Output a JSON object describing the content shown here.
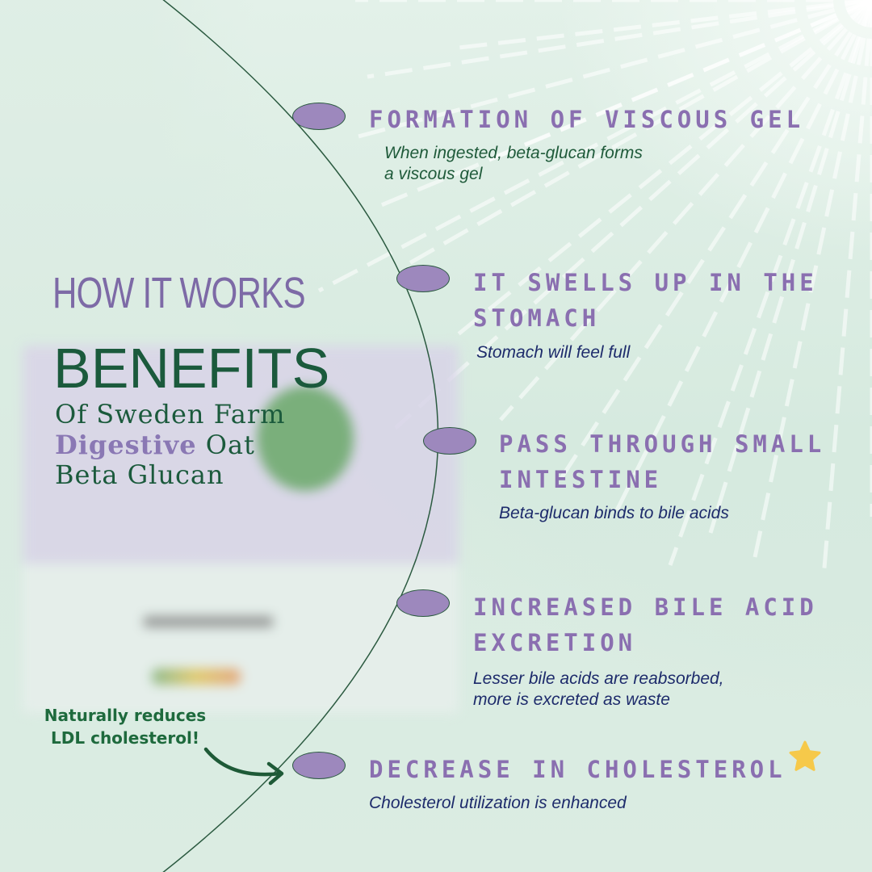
{
  "header": {
    "how_it_works": "HOW IT WORKS",
    "benefits": "BENEFITS",
    "sub_line1": "Of Sweden Farm",
    "sub_line2_accent": "Digestive",
    "sub_line2_rest": " Oat",
    "sub_line3": "Beta Glucan"
  },
  "callout": {
    "line1": "Naturally reduces",
    "line2": "LDL cholesterol!"
  },
  "steps": [
    {
      "title_lines": [
        "FORMATION OF VISCOUS GEL"
      ],
      "desc_lines": [
        "When ingested, beta-glucan forms",
        "a viscous gel"
      ]
    },
    {
      "title_lines": [
        "IT SWELLS UP IN THE",
        "STOMACH"
      ],
      "desc_lines": [
        "Stomach will feel full"
      ]
    },
    {
      "title_lines": [
        "PASS THROUGH SMALL",
        "INTESTINE"
      ],
      "desc_lines": [
        "Beta-glucan binds to bile acids"
      ]
    },
    {
      "title_lines": [
        "INCREASED BILE ACID",
        "EXCRETION"
      ],
      "desc_lines": [
        "Lesser bile acids are reabsorbed,",
        "more is excreted as waste"
      ]
    },
    {
      "title_lines": [
        "DECREASE IN CHOLESTEROL"
      ],
      "desc_lines": [
        "Cholesterol utilization is enhanced"
      ]
    }
  ],
  "icons": {
    "star": "star-icon",
    "arrow": "curved-arrow-icon"
  },
  "colors": {
    "purple": "#8a6fb0",
    "green": "#1b5a3c",
    "navy": "#1d2b6b",
    "node_fill": "#9d88bd",
    "star": "#f6c94a"
  }
}
